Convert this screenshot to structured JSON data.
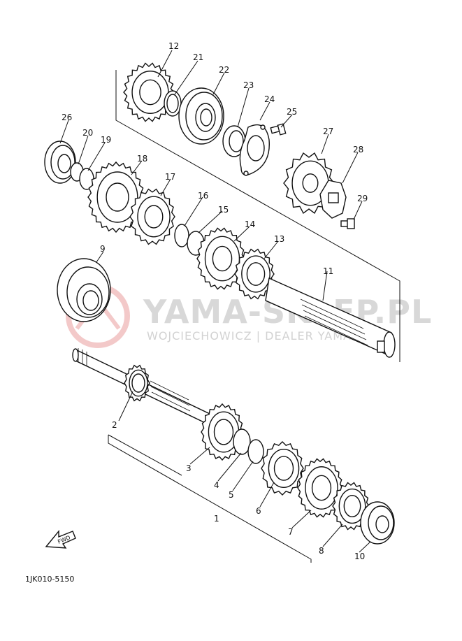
{
  "diagram_code": "1JK010-5150",
  "watermark": {
    "title": "YAMA-SKLEP.PL",
    "subtitle": "WOJCIECHOWICZ | DEALER YAMAHA"
  },
  "fwd_label": "FWD",
  "callouts": [
    {
      "id": "1",
      "label": "1"
    },
    {
      "id": "2",
      "label": "2"
    },
    {
      "id": "3",
      "label": "3"
    },
    {
      "id": "4",
      "label": "4"
    },
    {
      "id": "5",
      "label": "5"
    },
    {
      "id": "6",
      "label": "6"
    },
    {
      "id": "7",
      "label": "7"
    },
    {
      "id": "8",
      "label": "8"
    },
    {
      "id": "9",
      "label": "9"
    },
    {
      "id": "10",
      "label": "10"
    },
    {
      "id": "11",
      "label": "11"
    },
    {
      "id": "12",
      "label": "12"
    },
    {
      "id": "13",
      "label": "13"
    },
    {
      "id": "14",
      "label": "14"
    },
    {
      "id": "15",
      "label": "15"
    },
    {
      "id": "16",
      "label": "16"
    },
    {
      "id": "17",
      "label": "17"
    },
    {
      "id": "18",
      "label": "18"
    },
    {
      "id": "19",
      "label": "19"
    },
    {
      "id": "20",
      "label": "20"
    },
    {
      "id": "21",
      "label": "21"
    },
    {
      "id": "22",
      "label": "22"
    },
    {
      "id": "23",
      "label": "23"
    },
    {
      "id": "24",
      "label": "24"
    },
    {
      "id": "25",
      "label": "25"
    },
    {
      "id": "26",
      "label": "26"
    },
    {
      "id": "27",
      "label": "27"
    },
    {
      "id": "28",
      "label": "28"
    },
    {
      "id": "29",
      "label": "29"
    }
  ]
}
